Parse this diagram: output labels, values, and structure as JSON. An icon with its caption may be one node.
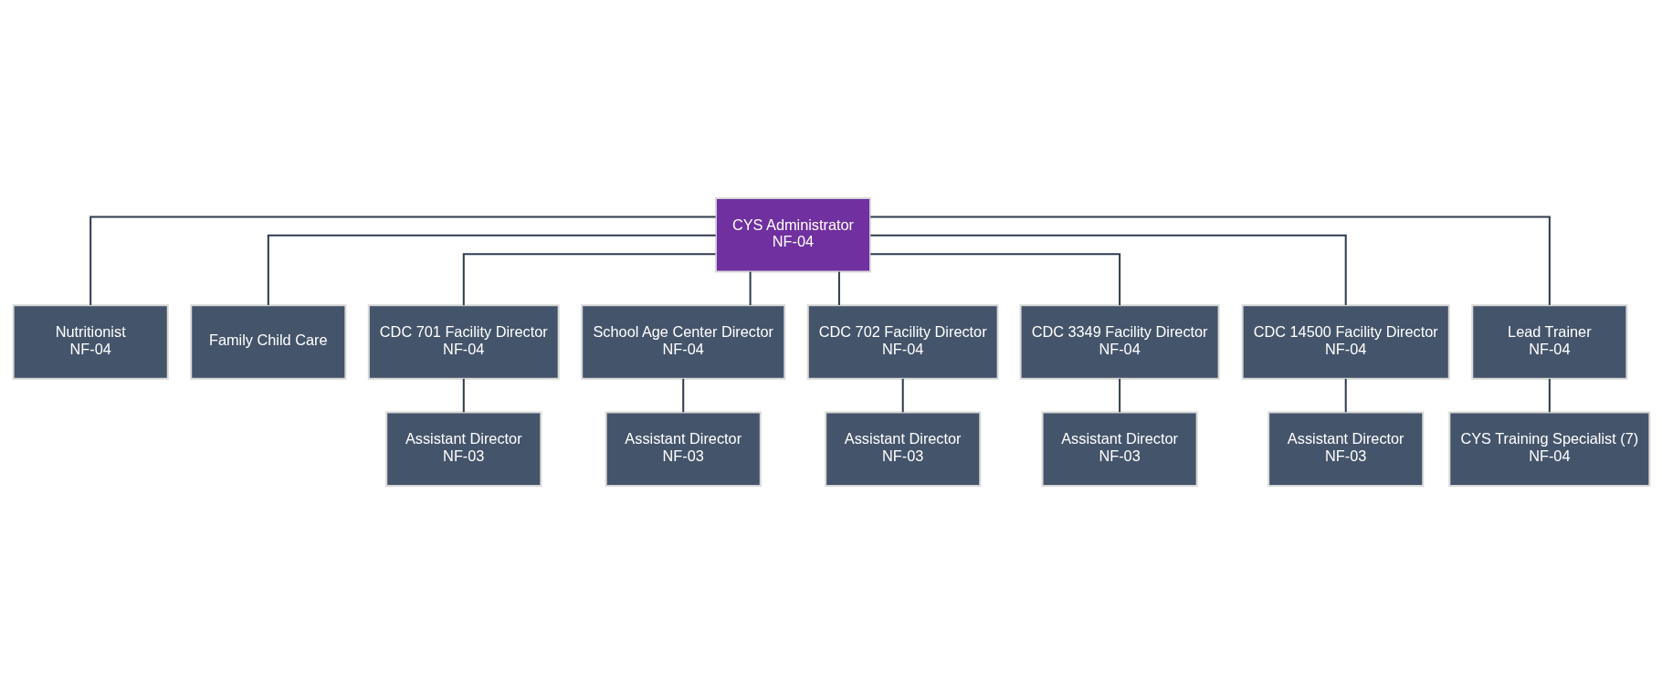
{
  "diagram": {
    "nodes": [
      {
        "text": [
          "CYS Administrator",
          "NF-04"
        ]
      },
      {
        "text": [
          "Nutritionist",
          "NF-04"
        ]
      },
      {
        "text": [
          "Family Child Care"
        ]
      },
      {
        "text": [
          "CDC 701 Facility Director",
          "NF-04"
        ]
      },
      {
        "text": [
          "School Age Center Director",
          "NF-04"
        ]
      },
      {
        "text": [
          "CDC 702 Facility Director",
          "NF-04"
        ]
      },
      {
        "text": [
          "CDC 3349 Facility Director",
          "NF-04"
        ]
      },
      {
        "text": [
          "CDC 14500 Facility Director",
          "NF-04"
        ]
      },
      {
        "text": [
          "Lead Trainer",
          "NF-04"
        ]
      },
      {
        "text": [
          "Assistant Director",
          "NF-03"
        ]
      },
      {
        "text": [
          "Assistant Director",
          "NF-03"
        ]
      },
      {
        "text": [
          "Assistant Director",
          "NF-03"
        ]
      },
      {
        "text": [
          "Assistant Director",
          "NF-03"
        ]
      },
      {
        "text": [
          "Assistant Director",
          "NF-03"
        ]
      },
      {
        "text": [
          "CYS Training Specialist (7)",
          "NF-04"
        ]
      }
    ],
    "edges": [
      {
        "from": 0,
        "to": 1,
        "arrow": "none"
      },
      {
        "from": 0,
        "to": 2,
        "arrow": "none"
      },
      {
        "from": 0,
        "to": 3,
        "arrow": "none"
      },
      {
        "from": 0,
        "to": 4,
        "arrow": "none"
      },
      {
        "from": 0,
        "to": 5,
        "arrow": "none"
      },
      {
        "from": 0,
        "to": 6,
        "arrow": "none"
      },
      {
        "from": 0,
        "to": 7,
        "arrow": "none"
      },
      {
        "from": 0,
        "to": 8,
        "arrow": "none"
      },
      {
        "from": 3,
        "to": 9,
        "arrow": "none"
      },
      {
        "from": 4,
        "to": 10,
        "arrow": "none"
      },
      {
        "from": 5,
        "to": 11,
        "arrow": "none"
      },
      {
        "from": 6,
        "to": 12,
        "arrow": "none"
      },
      {
        "from": 7,
        "to": 13,
        "arrow": "none"
      },
      {
        "from": 8,
        "to": 14,
        "arrow": "none"
      }
    ]
  }
}
